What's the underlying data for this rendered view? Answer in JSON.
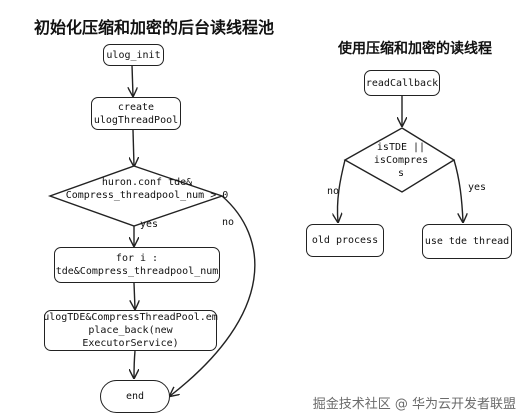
{
  "titles": {
    "left": "初始化压缩和加密的后台读线程池",
    "right": "使用压缩和加密的读线程"
  },
  "left_flow": {
    "init": "ulog_init",
    "create": "create\nulogThreadPool",
    "decision": "huron.conf tde&\nCompress_threadpool_num > 0",
    "yes": "yes",
    "no": "no",
    "loop": "for i :\ntde&Compress_threadpool_num",
    "emplace": "ulogTDE&CompressThreadPool.em\nplace_back(new\nExecutorService)",
    "end": "end"
  },
  "right_flow": {
    "start": "readCallback",
    "decision": "isTDE ||\nisCompres\ns",
    "no": "no",
    "yes": "yes",
    "old": "old process",
    "new": "use tde thread"
  },
  "watermark": "掘金技术社区 @ 华为云开发者联盟"
}
